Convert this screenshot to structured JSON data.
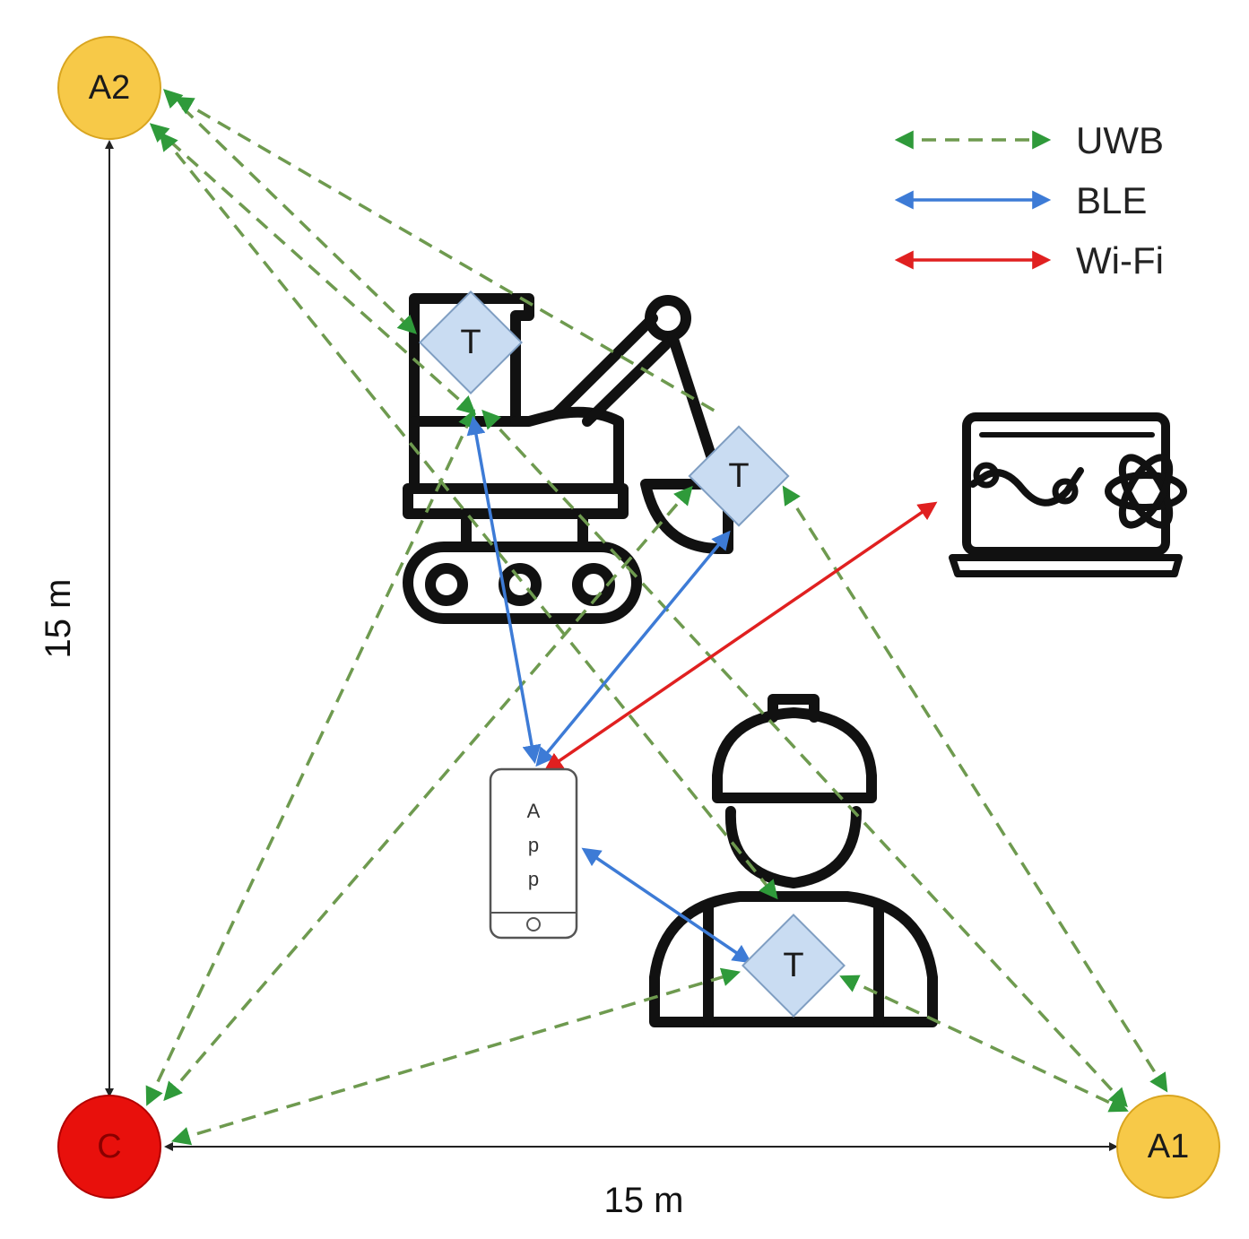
{
  "legend": {
    "uwb": "UWB",
    "ble": "BLE",
    "wifi": "Wi-Fi"
  },
  "nodes": {
    "a2": "A2",
    "a1": "A1",
    "c": "C"
  },
  "tags": {
    "excavator_cab": "T",
    "excavator_bucket": "T",
    "worker": "T"
  },
  "phone": {
    "letters": [
      "A",
      "p",
      "p"
    ]
  },
  "dimensions": {
    "vertical": "15 m",
    "horizontal": "15 m"
  },
  "colors": {
    "uwb": "#6e9a4f",
    "uwb_arrow": "#2f9a3a",
    "ble": "#3d7bd6",
    "wifi": "#e02020",
    "anchor": "#f7c948",
    "coordinator": "#e8100c",
    "tag": "#c9dcf2"
  }
}
